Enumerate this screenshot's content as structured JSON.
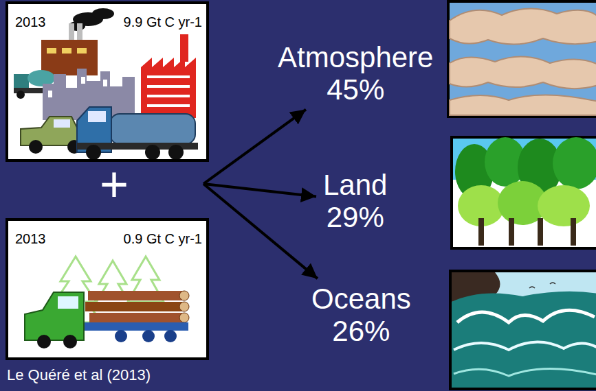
{
  "diagram": {
    "caption": "Le Quéré et al (2013)",
    "nodes": [
      {
        "text": [
          "2013",
          "9.9 Gt C yr-1"
        ]
      },
      {
        "text": [
          "2013",
          "0.9 Gt C yr-1"
        ]
      },
      {
        "text": [
          "+"
        ]
      },
      {
        "text": [
          "Atmosphere 45%"
        ]
      },
      {
        "text": [
          "Land 29%"
        ]
      },
      {
        "text": [
          "Oceans 26%"
        ]
      }
    ],
    "edges": [
      {
        "from": 2,
        "to": 3,
        "arrow": "to"
      },
      {
        "from": 2,
        "to": 4,
        "arrow": "to"
      },
      {
        "from": 2,
        "to": 5,
        "arrow": "to"
      }
    ]
  }
}
